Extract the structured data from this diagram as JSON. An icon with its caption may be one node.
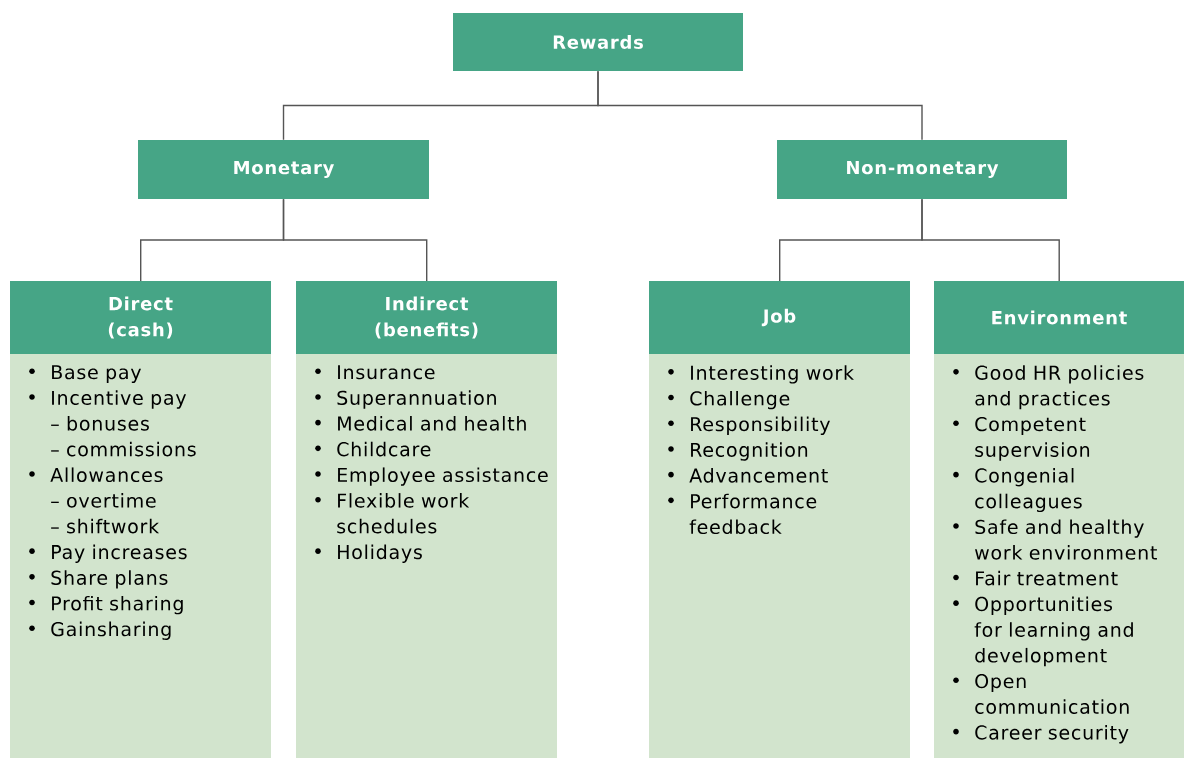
{
  "diagram": {
    "nodes": [
      {
        "text": [
          "Rewards"
        ]
      },
      {
        "text": [
          "Monetary"
        ]
      },
      {
        "text": [
          "Non-monetary"
        ]
      },
      {
        "text": [
          "Direct (cash)",
          "Base pay",
          "Incentive pay",
          "– bonuses",
          "– commissions",
          "Allowances",
          "– overtime",
          "– shiftwork",
          "Pay increases",
          "Share plans",
          "Profit sharing",
          "Gainsharing"
        ]
      },
      {
        "text": [
          "Indirect (benefits)",
          "Insurance",
          "Superannuation",
          "Medical and health",
          "Childcare",
          "Employee assistance",
          "Flexible work schedules",
          "Holidays"
        ]
      },
      {
        "text": [
          "Job",
          "Interesting work",
          "Challenge",
          "Responsibility",
          "Recognition",
          "Advancement",
          "Performance feedback"
        ]
      },
      {
        "text": [
          "Environment",
          "Good HR policies and practices",
          "Competent supervision",
          "Congenial colleagues",
          "Safe and healthy work environment",
          "Fair treatment",
          "Opportunities for learning and development",
          "Open communication",
          "Career security"
        ]
      }
    ],
    "edges": [
      {
        "from": 0,
        "to": 1,
        "arrow": "none"
      },
      {
        "from": 0,
        "to": 2,
        "arrow": "none"
      },
      {
        "from": 1,
        "to": 3,
        "arrow": "none"
      },
      {
        "from": 1,
        "to": 4,
        "arrow": "none"
      },
      {
        "from": 2,
        "to": 5,
        "arrow": "none"
      },
      {
        "from": 2,
        "to": 6,
        "arrow": "none"
      }
    ]
  }
}
